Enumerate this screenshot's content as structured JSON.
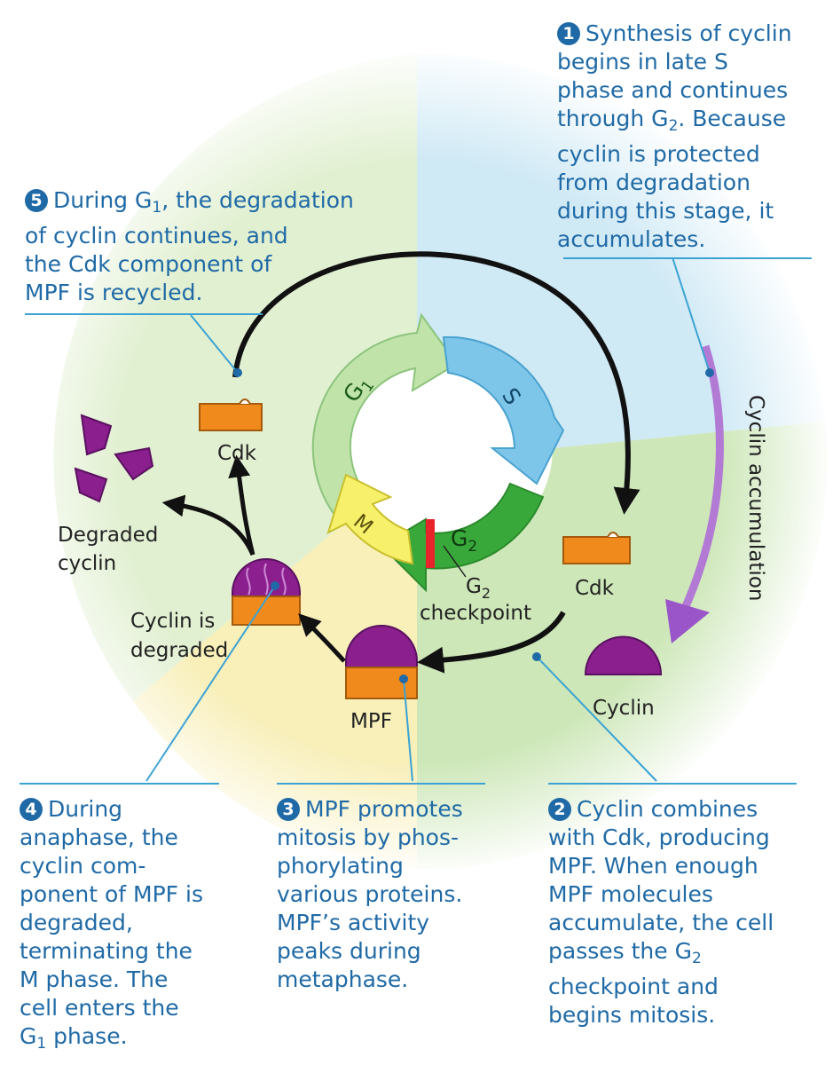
{
  "callouts": {
    "c1": {
      "number": "1",
      "lines": [
        "Synthesis of cyclin",
        "begins in late S",
        "phase and continues"
      ],
      "line4_pre": "through G",
      "line4_sub": "2",
      "line4_post": ". Because",
      "lines_after": [
        "cyclin is protected",
        "from degradation",
        "during this stage, it",
        "accumulates."
      ]
    },
    "c5": {
      "number": "5",
      "line1_pre": "During G",
      "line1_sub": "1",
      "line1_post": ", the degradation",
      "lines_after": [
        "of cyclin continues, and",
        "the Cdk component of",
        "MPF is recycled."
      ]
    },
    "c4": {
      "number": "4",
      "line1": "During",
      "lines": [
        "anaphase, the",
        "cyclin com-",
        "ponent of MPF is",
        "degraded,",
        "terminating the",
        "M phase. The",
        "cell enters the"
      ],
      "last_pre": "G",
      "last_sub": "1",
      "last_post": " phase."
    },
    "c3": {
      "number": "3",
      "line1": "MPF promotes",
      "lines": [
        "mitosis by phos-",
        "phorylating",
        "various proteins.",
        "MPF’s activity",
        "peaks during",
        "metaphase."
      ]
    },
    "c2": {
      "number": "2",
      "line1": "Cyclin combines",
      "lines": [
        "with Cdk, producing",
        "MPF. When enough",
        "MPF molecules",
        "accumulate, the cell"
      ],
      "line6_pre": "passes the G",
      "line6_sub": "2",
      "lines_after": [
        "checkpoint and",
        "begins mitosis."
      ]
    }
  },
  "cycle": {
    "g1": "G",
    "g1_sub": "1",
    "s": "S",
    "g2": "G",
    "g2_sub": "2",
    "m": "M"
  },
  "labels": {
    "cdk_top": "Cdk",
    "cdk_right": "Cdk",
    "cyclin": "Cyclin",
    "mpf": "MPF",
    "cyclin_degraded_1": "Cyclin is",
    "cyclin_degraded_2": "degraded",
    "degraded_cyclin_1": "Degraded",
    "degraded_cyclin_2": "cyclin",
    "checkpoint_1": "G",
    "checkpoint_1_sub": "2",
    "checkpoint_2": "checkpoint",
    "cyclin_accumulation": "Cyclin accumulation"
  },
  "colors": {
    "callout_text": "#1f6aa6",
    "s_phase": "#7dc6ea",
    "g1_phase": "#bfe3a9",
    "g2_phase": "#39a83a",
    "m_phase": "#f7f06a",
    "cdk": "#f08a1c",
    "cyclin": "#8a1f8d",
    "accumulation_arrow": "#b27ad4"
  }
}
